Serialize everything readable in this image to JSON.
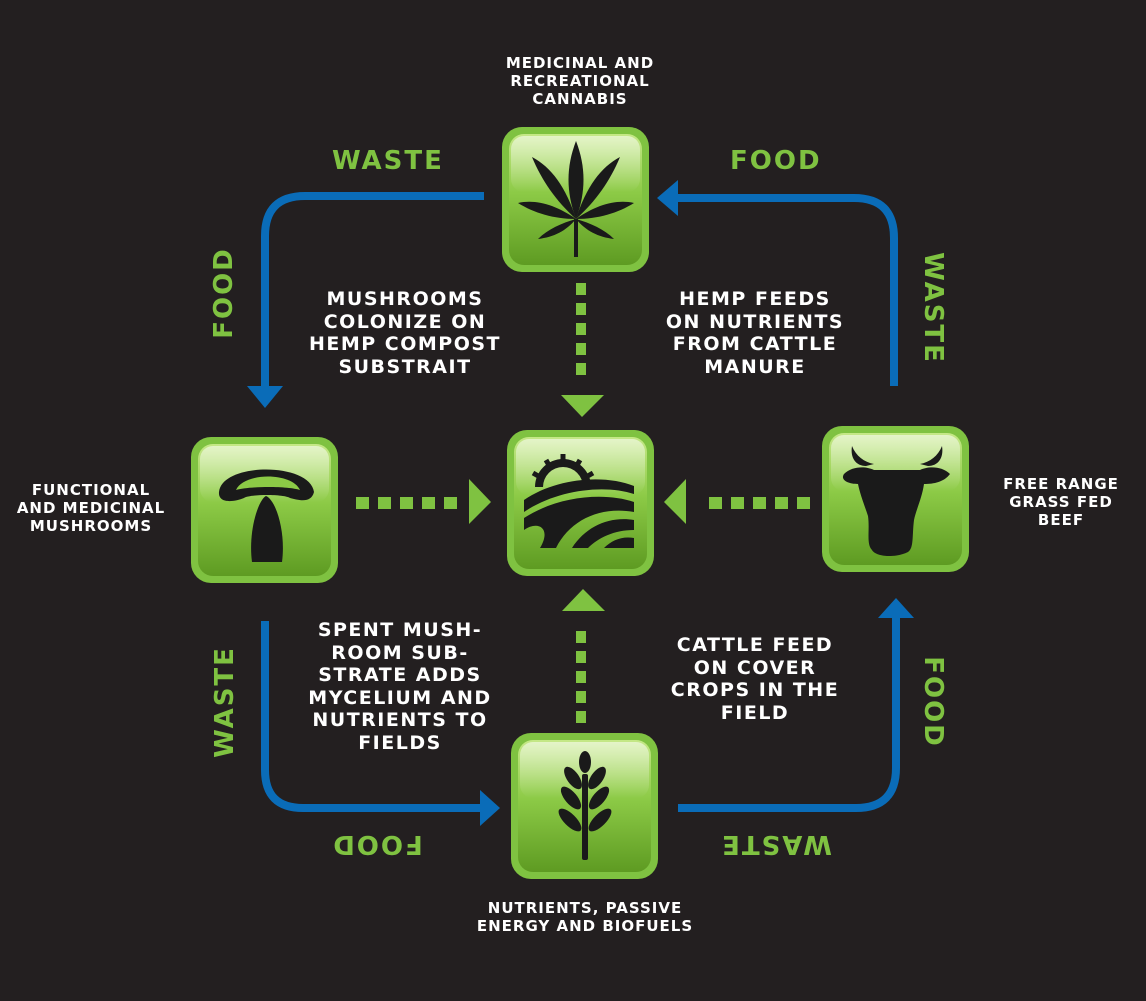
{
  "colors": {
    "background": "#231f20",
    "green": "#7fc241",
    "blue": "#0a6cb8",
    "white": "#ffffff",
    "icon": "#1a1a1a"
  },
  "nodes": {
    "cannabis": {
      "caption": "MEDICINAL AND\nRECREATIONAL\nCANNABIS",
      "icon": "cannabis-leaf-icon"
    },
    "mushrooms": {
      "caption": "FUNCTIONAL\nAND MEDICINAL\nMUSHROOMS",
      "icon": "mushroom-icon"
    },
    "beef": {
      "caption": "FREE RANGE\nGRASS FED\nBEEF",
      "icon": "cow-icon"
    },
    "nutrients": {
      "caption": "NUTRIENTS, PASSIVE\nENERGY AND BIOFUELS",
      "icon": "wheat-icon"
    },
    "field": {
      "icon": "sun-field-icon"
    }
  },
  "descriptions": {
    "top_left": "MUSHROOMS\nCOLONIZE ON\nHEMP COMPOST\nSUBSTRAIT",
    "top_right": "HEMP FEEDS\nON NUTRIENTS\nFROM CATTLE\nMANURE",
    "bottom_left": "SPENT MUSH-\nROOM SUB-\nSTRATE ADDS\nMYCELIUM AND\nNUTRIENTS TO\nFIELDS",
    "bottom_right": "CATTLE FEED\nON COVER\nCROPS IN THE\nFIELD"
  },
  "flow_labels": {
    "waste_top_left": "WASTE",
    "food_top_right": "FOOD",
    "food_left_upper": "FOOD",
    "waste_right_upper": "WASTE",
    "waste_left_lower": "WASTE",
    "food_right_lower": "FOOD",
    "food_bottom_left": "FOOD",
    "waste_bottom_right": "WASTE"
  }
}
